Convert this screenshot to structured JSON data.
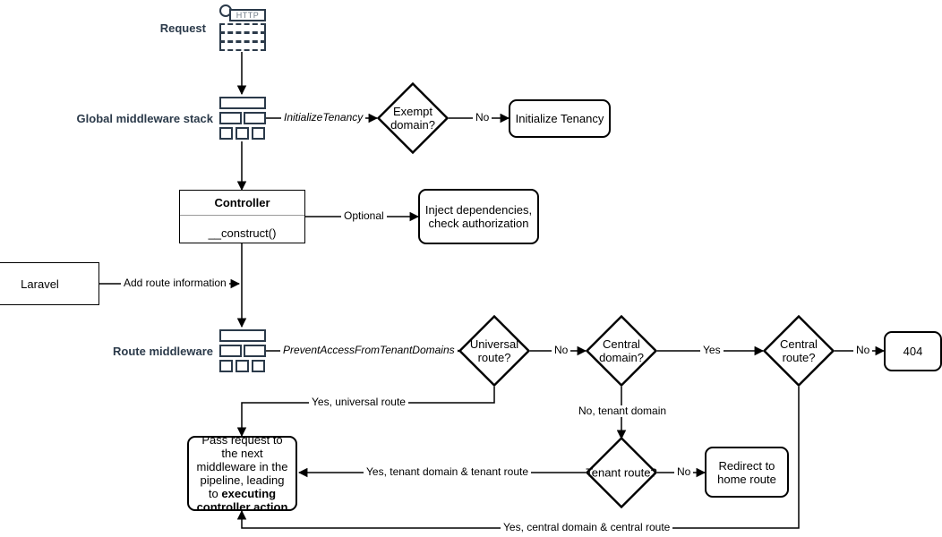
{
  "diagram": {
    "title": "Laravel multi-tenancy request lifecycle flowchart",
    "colors": {
      "stroke": "#000000",
      "icon": "#2b3a4a",
      "label": "#2b3a4a",
      "divider": "#9a9a9a",
      "background": "#ffffff"
    }
  },
  "side_labels": {
    "request": "Request",
    "global_middleware_stack": "Global middleware stack",
    "route_middleware": "Route middleware"
  },
  "icons": {
    "http_request": {
      "name": "http-request-icon",
      "badge": "HTTP"
    },
    "middleware_stack": {
      "name": "middleware-stack-icon"
    }
  },
  "nodes": {
    "exempt_domain": "Exempt\ndomain?",
    "initialize_tenancy": "Initialize Tenancy",
    "controller_title": "Controller",
    "controller_method": "__construct()",
    "inject_dependencies": "Inject dependencies,\ncheck authorization",
    "laravel": "Laravel",
    "universal_route": "Universal\nroute?",
    "central_domain": "Central\ndomain?",
    "central_route": "Central\nroute?",
    "not_found": "404",
    "tenant_route": "Tenant\nroute?",
    "redirect_home": "Redirect to\nhome route",
    "pass_request_plain": "Pass request to the next middleware in the pipeline, leading to ",
    "pass_request_bold": "executing controller action"
  },
  "edge_labels": {
    "initialize_tenancy_mw": "InitializeTenancy",
    "exempt_no": "No",
    "controller_optional": "Optional",
    "add_route_information": "Add route information",
    "prevent_access_mw": "PreventAccessFromTenantDomains",
    "universal_no": "No",
    "central_domain_yes": "Yes",
    "central_route_no": "No",
    "yes_universal_route": "Yes, universal route",
    "no_tenant_domain": "No, tenant domain",
    "tenant_route_no": "No",
    "yes_tenant_domain_tenant_route": "Yes, tenant domain & tenant route",
    "yes_central_domain_central_route": "Yes, central domain & central route"
  }
}
